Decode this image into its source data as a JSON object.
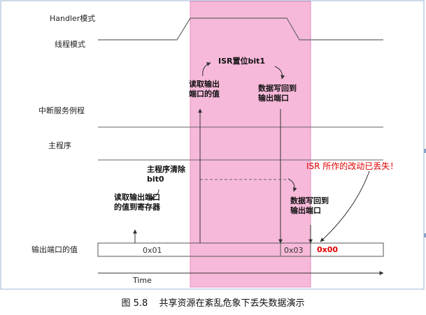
{
  "labels": {
    "handler_mode": "Handler模式",
    "thread_mode": "线程模式",
    "isr": "中断服务例程",
    "main_program": "主程序",
    "output_port_value": "输出端口的值",
    "time": "Time"
  },
  "annotations": {
    "read_port_isr": [
      "读取输出",
      "端口的值"
    ],
    "isr_set_bit1": "ISR置位bit1",
    "write_back_isr": [
      "数据写回到",
      "输出端口"
    ],
    "main_clear_bit0": [
      "主程序清除",
      "bit0"
    ],
    "read_port_main": [
      "读取输出端口",
      "的值到寄存器"
    ],
    "write_back_main": [
      "数据写回到",
      "输出端口"
    ],
    "lost_warning": "ISR 所作的改动已丢失！"
  },
  "port_values": {
    "first": "0x01",
    "second": "0x03",
    "third": "0x00"
  },
  "caption": {
    "figure": "图 5.8",
    "title": "共享资源在紊乱危象下丢失数据演示"
  },
  "colors": {
    "highlight": "#f7b9d9",
    "highlight_border": "#e48bbc",
    "warning": "#e00000"
  }
}
